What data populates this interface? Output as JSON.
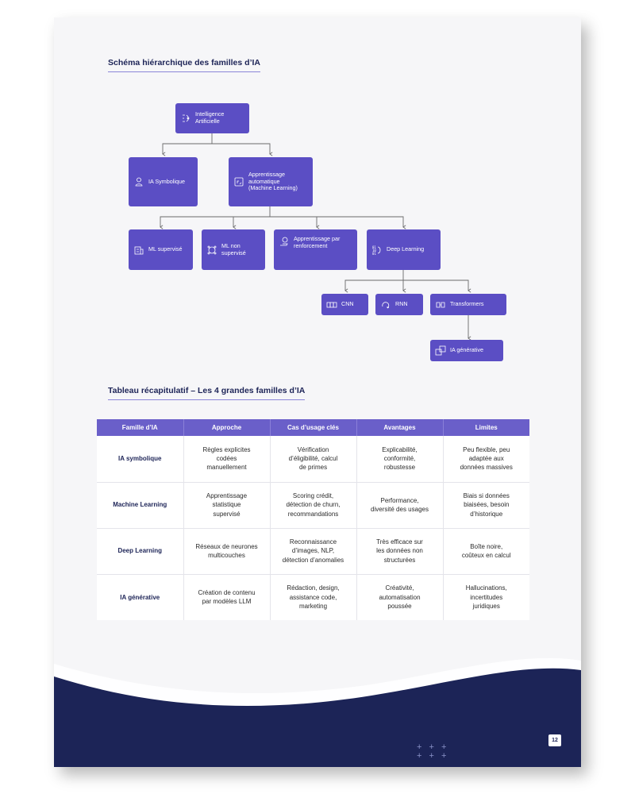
{
  "sections": {
    "schema_title": "Schéma hiérarchique des familles d’IA",
    "table_title": "Tableau récapitulatif – Les 4 grandes familles d’IA"
  },
  "diagram": {
    "root": {
      "label": "Intelligence\nArtificielle",
      "icon": "brain-circuit-icon"
    },
    "level1": [
      {
        "label": "IA Symbolique",
        "icon": "person-icon"
      },
      {
        "label": "Apprentissage\nautomatique\n(Machine Learning)",
        "icon": "document-chart-icon"
      }
    ],
    "level2": [
      {
        "label": "ML supervisé",
        "icon": "dataset-icon"
      },
      {
        "label": "ML non\nsupervisé",
        "icon": "cluster-icon"
      },
      {
        "label": "Apprentissage par\nrenforcement",
        "icon": "reward-icon"
      },
      {
        "label": "Deep Learning",
        "icon": "binary-brain-icon"
      }
    ],
    "level3": [
      {
        "label": "CNN",
        "icon": "layers-icon"
      },
      {
        "label": "RNN",
        "icon": "loop-icon"
      },
      {
        "label": "Transformers",
        "icon": "transform-icon"
      }
    ],
    "level4": [
      {
        "label": "IA générative",
        "icon": "generate-icon"
      }
    ]
  },
  "table": {
    "headers": [
      "Famille d’IA",
      "Approche",
      "Cas d’usage clés",
      "Avantages",
      "Limites"
    ],
    "rows": [
      [
        "IA symbolique",
        "Règles explicites\ncodées\nmanuellement",
        "Vérification\nd’éligibilité, calcul\nde primes",
        "Explicabilité,\nconformité,\nrobustesse",
        "Peu flexible, peu\nadaptée aux\ndonnées massives"
      ],
      [
        "Machine Learning",
        "Apprentissage\nstatistique\nsupervisé",
        "Scoring crédit,\ndétection de churn,\nrecommandations",
        "Performance,\ndiversité des usages",
        "Biais si données\nbiaisées, besoin\nd’historique"
      ],
      [
        "Deep Learning",
        "Réseaux de neurones\nmulticouches",
        "Reconnaissance\nd’images, NLP,\ndétection d’anomalies",
        "Très efficace sur\nles données non\nstructurées",
        "Boîte noire,\ncoûteux en calcul"
      ],
      [
        "IA générative",
        "Création de contenu\npar modèles LLM",
        "Rédaction, design,\nassistance code,\nmarketing",
        "Créativité,\nautomatisation\npoussée",
        "Hallucinations,\nincertitudes\njuridiques"
      ]
    ]
  },
  "footer": {
    "page_number": "12",
    "decoration": "+ + +\n+ + +"
  },
  "colors": {
    "node": "#5b4ec4",
    "header": "#6a5fc9",
    "navy": "#1d2457",
    "accent_line": "#8b86d8"
  }
}
